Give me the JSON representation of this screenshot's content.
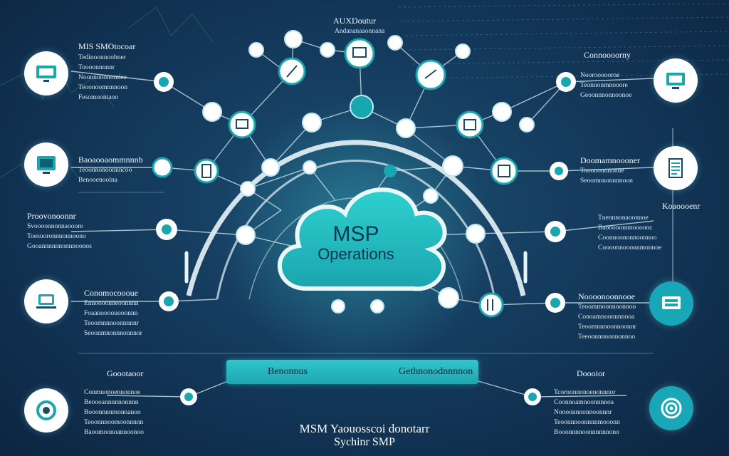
{
  "diagram": {
    "center": {
      "line1": "MSP",
      "line2": "Operations"
    },
    "top_label": {
      "line1": "AUXDoutur",
      "line2": "Andananaaonnana"
    },
    "bar": {
      "left": "Benonnus",
      "right": "Gethnonodnnnnon"
    },
    "footer": {
      "line1": "MSM Yaouosscoi donotarr",
      "line2": "Sychinr SMP"
    },
    "left_panels": [
      {
        "title": "MIS SMOtocoar",
        "lines": [
          "Tedinoonnoobner",
          "Toooonnnnnr",
          "Noonnooonomiee",
          "Teoonoomnnnoon",
          "Fesomoontaoo"
        ]
      },
      {
        "title": "Baoaooaommnnnb",
        "lines": [
          "Teoonnonoonnncoo",
          "Benooenoolna"
        ]
      },
      {
        "title": "Proovonoonnr",
        "lines": [
          "Svoooonnonnaooore",
          "Toesooronnnonnoono",
          "Gooannnnnnonnnoonos"
        ]
      },
      {
        "title": "Conomocoooue",
        "lines": [
          "Ennoooonneoonnnn",
          "Foaanoooouooonnn",
          "Teoomnnnoonnnnnr",
          "Seoonmnonnnonnnor"
        ]
      },
      {
        "title": "Goootaoor",
        "lines": [
          "Conmnonoennonnoe",
          "Beoooannnnnonnnn",
          "Booonnnnmonnanoo",
          "Teoonnnoomoonnnnn",
          "Baoomoonoannoonoo"
        ]
      }
    ],
    "right_panels": [
      {
        "title": "Connoooorny",
        "lines": [
          "Noorooooorne",
          "Teonnonmnooore",
          "Geoonnnonnoonoe"
        ]
      },
      {
        "title": "Doomamnoooner",
        "lines": [
          "Tooononnnonne",
          "Seoomnnonnnnoon"
        ]
      },
      {
        "title": "Koaoooenr",
        "lines": [
          "Tnennnonaoonnoe",
          "Baooooonnnoooonc",
          "Coonnoononnoonnoo",
          "Coooonnooonnmonnoe"
        ]
      },
      {
        "title": "Noooonoonnooe",
        "lines": [
          "Teoommoonnoonnoo",
          "Conoamnoonnnnooa",
          "Teoomnnnoonnoonnr",
          "Teeoonnnoonnonnoo"
        ]
      },
      {
        "title": "Doooior",
        "lines": [
          "Tcornonnonoenonnnor",
          "Coonnoamnoonnnnoa",
          "Noooonnnonnoonnnr",
          "Teoonnnoonnnnmooonn",
          "Booonnnnoonnnnnnono"
        ]
      }
    ],
    "icons": {
      "left": [
        "monitor-icon",
        "display-icon",
        "laptop-icon",
        "gear-icon"
      ],
      "right": [
        "computer-icon",
        "document-icon",
        "server-icon",
        "target-icon"
      ]
    },
    "colors": {
      "accent": "#2ec4c9",
      "node": "#ffffff",
      "background": "#143a5c",
      "cloud": "#22b8bf"
    }
  }
}
